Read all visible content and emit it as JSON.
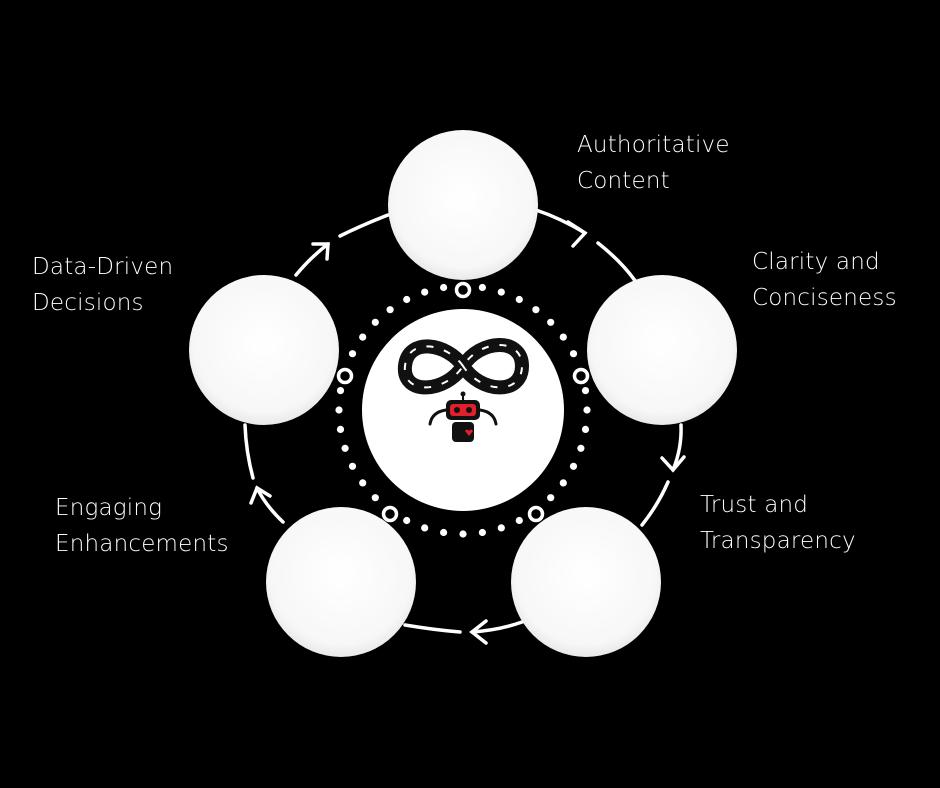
{
  "colors": {
    "background": "#000000",
    "foreground": "#ffffff",
    "accent": "#e0202a"
  },
  "center": {
    "icon": "infinity-robot-logo"
  },
  "nodes": [
    {
      "id": "authoritative-content",
      "label_lines": [
        "Authoritative",
        "Content"
      ]
    },
    {
      "id": "clarity-and-conciseness",
      "label_lines": [
        "Clarity and",
        "Conciseness"
      ]
    },
    {
      "id": "trust-and-transparency",
      "label_lines": [
        "Trust and",
        "Transparency"
      ]
    },
    {
      "id": "engaging-enhancements",
      "label_lines": [
        "Engaging",
        "Enhancements"
      ]
    },
    {
      "id": "data-driven-decisions",
      "label_lines": [
        "Data-Driven",
        "Decisions"
      ]
    }
  ],
  "cycle_direction": "clockwise"
}
